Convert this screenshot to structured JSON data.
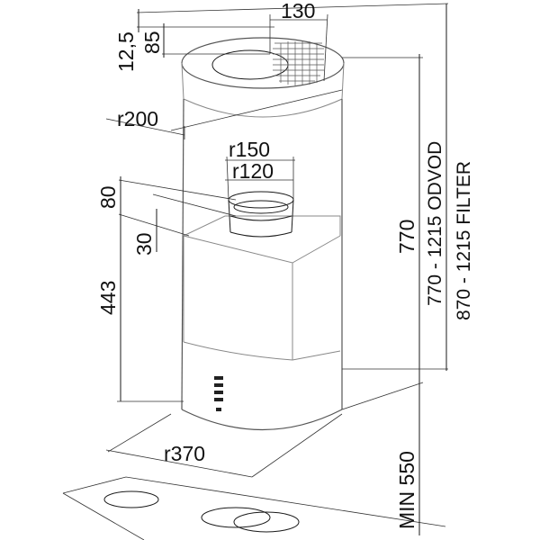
{
  "dimensions": {
    "d_12_5": "12,5",
    "d_85": "85",
    "d_130": "130",
    "r200": "r200",
    "r150": "r150",
    "r120": "r120",
    "d_80": "80",
    "d_30": "30",
    "d_443": "443",
    "d_770": "770",
    "odvod": "770 - 1215 ODVOD",
    "filter": "870 - 1215 FILTER",
    "r370": "r370",
    "min550": "MIN 550"
  },
  "colors": {
    "line": "#1a1a1a",
    "grey": "#888888",
    "hatch": "#555555"
  }
}
